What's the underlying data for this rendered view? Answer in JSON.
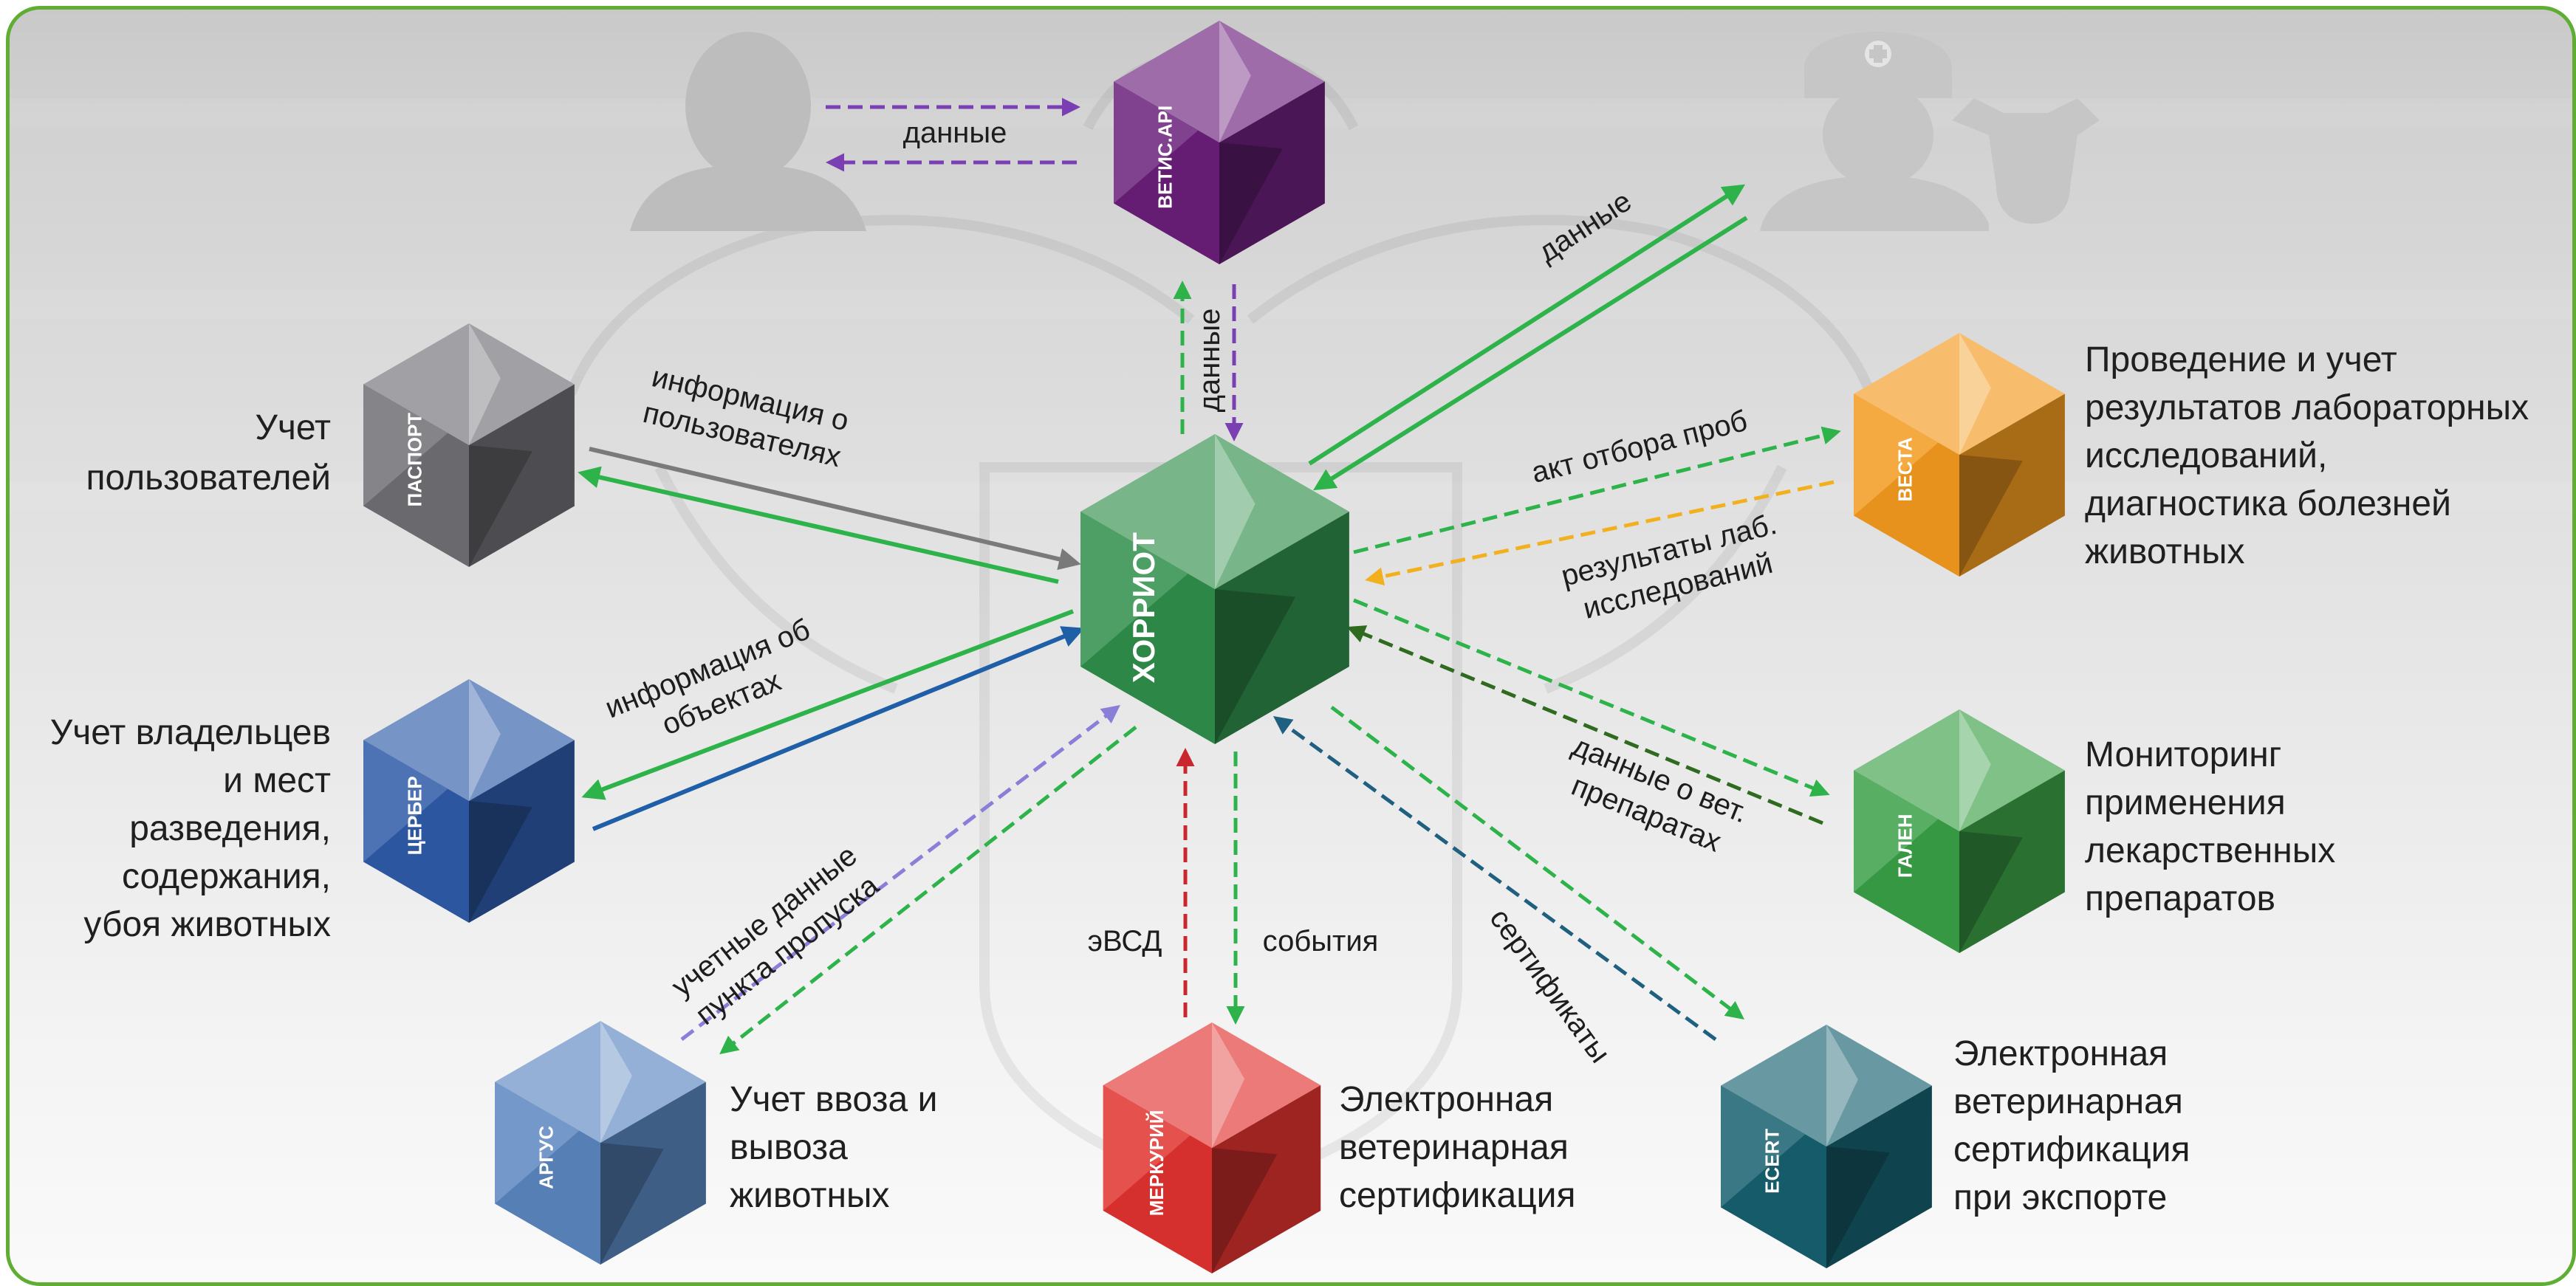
{
  "colors": {
    "border": "#5fae33",
    "green_arrow": "#2db34a",
    "gray_arrow": "#7a7a7a",
    "blue_arrow": "#1f5fa8",
    "purple_arrow": "#7a3fb3",
    "orange_arrow": "#f2b01f",
    "darkgreen_arrow": "#2f6b1f",
    "red_arrow": "#c8282d",
    "teal_arrow": "#1f5f80",
    "lavender_arrow": "#8a7fd8"
  },
  "cubes": {
    "hub": {
      "name": "ХОРРИОТ",
      "color": "#2f8e4a"
    },
    "vetis_api": {
      "name": "ВЕТИС.API",
      "color": "#6a1f7a"
    },
    "passport": {
      "name": "ПАСПОРТ",
      "color": "#6e6e74"
    },
    "cerber": {
      "name": "ЦЕРБЕР",
      "color": "#2e5aa8"
    },
    "argus": {
      "name": "АРГУС",
      "color": "#5a86c0"
    },
    "mercury": {
      "name": "МЕРКУРИЙ",
      "color": "#e0332f"
    },
    "ecert": {
      "name": "ECERT",
      "color": "#16606e"
    },
    "galen": {
      "name": "ГАЛЕН",
      "color": "#3aa046"
    },
    "vesta": {
      "name": "ВЕСТА",
      "color": "#f29a1f"
    }
  },
  "descriptions": {
    "passport": [
      "Учет",
      "пользователей"
    ],
    "cerber": [
      "Учет владельцев",
      "и мест",
      "разведения,",
      "содержания,",
      "убоя животных"
    ],
    "argus": [
      "Учет ввоза и",
      "вывоза",
      "животных"
    ],
    "mercury": [
      "Электронная",
      "ветеринарная",
      "сертификация"
    ],
    "ecert": [
      "Электронная",
      "ветеринарная",
      "сертификация",
      "при экспорте"
    ],
    "galen": [
      "Мониторинг",
      "применения",
      "лекарственных",
      "препаратов"
    ],
    "vesta": [
      "Проведение и учет",
      "результатов лабораторных",
      "исследований,",
      "диагностика болезней",
      "животных"
    ]
  },
  "arrow_labels": {
    "api_user": "данные",
    "api_hub": "данные",
    "vet_hub": "данные",
    "passport": [
      "информация о",
      "пользователях"
    ],
    "cerber": [
      "информация об",
      "объектах"
    ],
    "argus": [
      "учетные данные",
      "пункта пропуска"
    ],
    "evsd": "эВСД",
    "events": "события",
    "certs": "сертификаты",
    "vesta_sample": "акт отбора проб",
    "vesta_results": [
      "результаты лаб.",
      "исследований"
    ],
    "galen": [
      "данные о вет.",
      "препаратах"
    ]
  },
  "icons": [
    "user-silhouette-icon",
    "vet-doctor-with-cow-icon",
    "state-emblem-watermark"
  ]
}
